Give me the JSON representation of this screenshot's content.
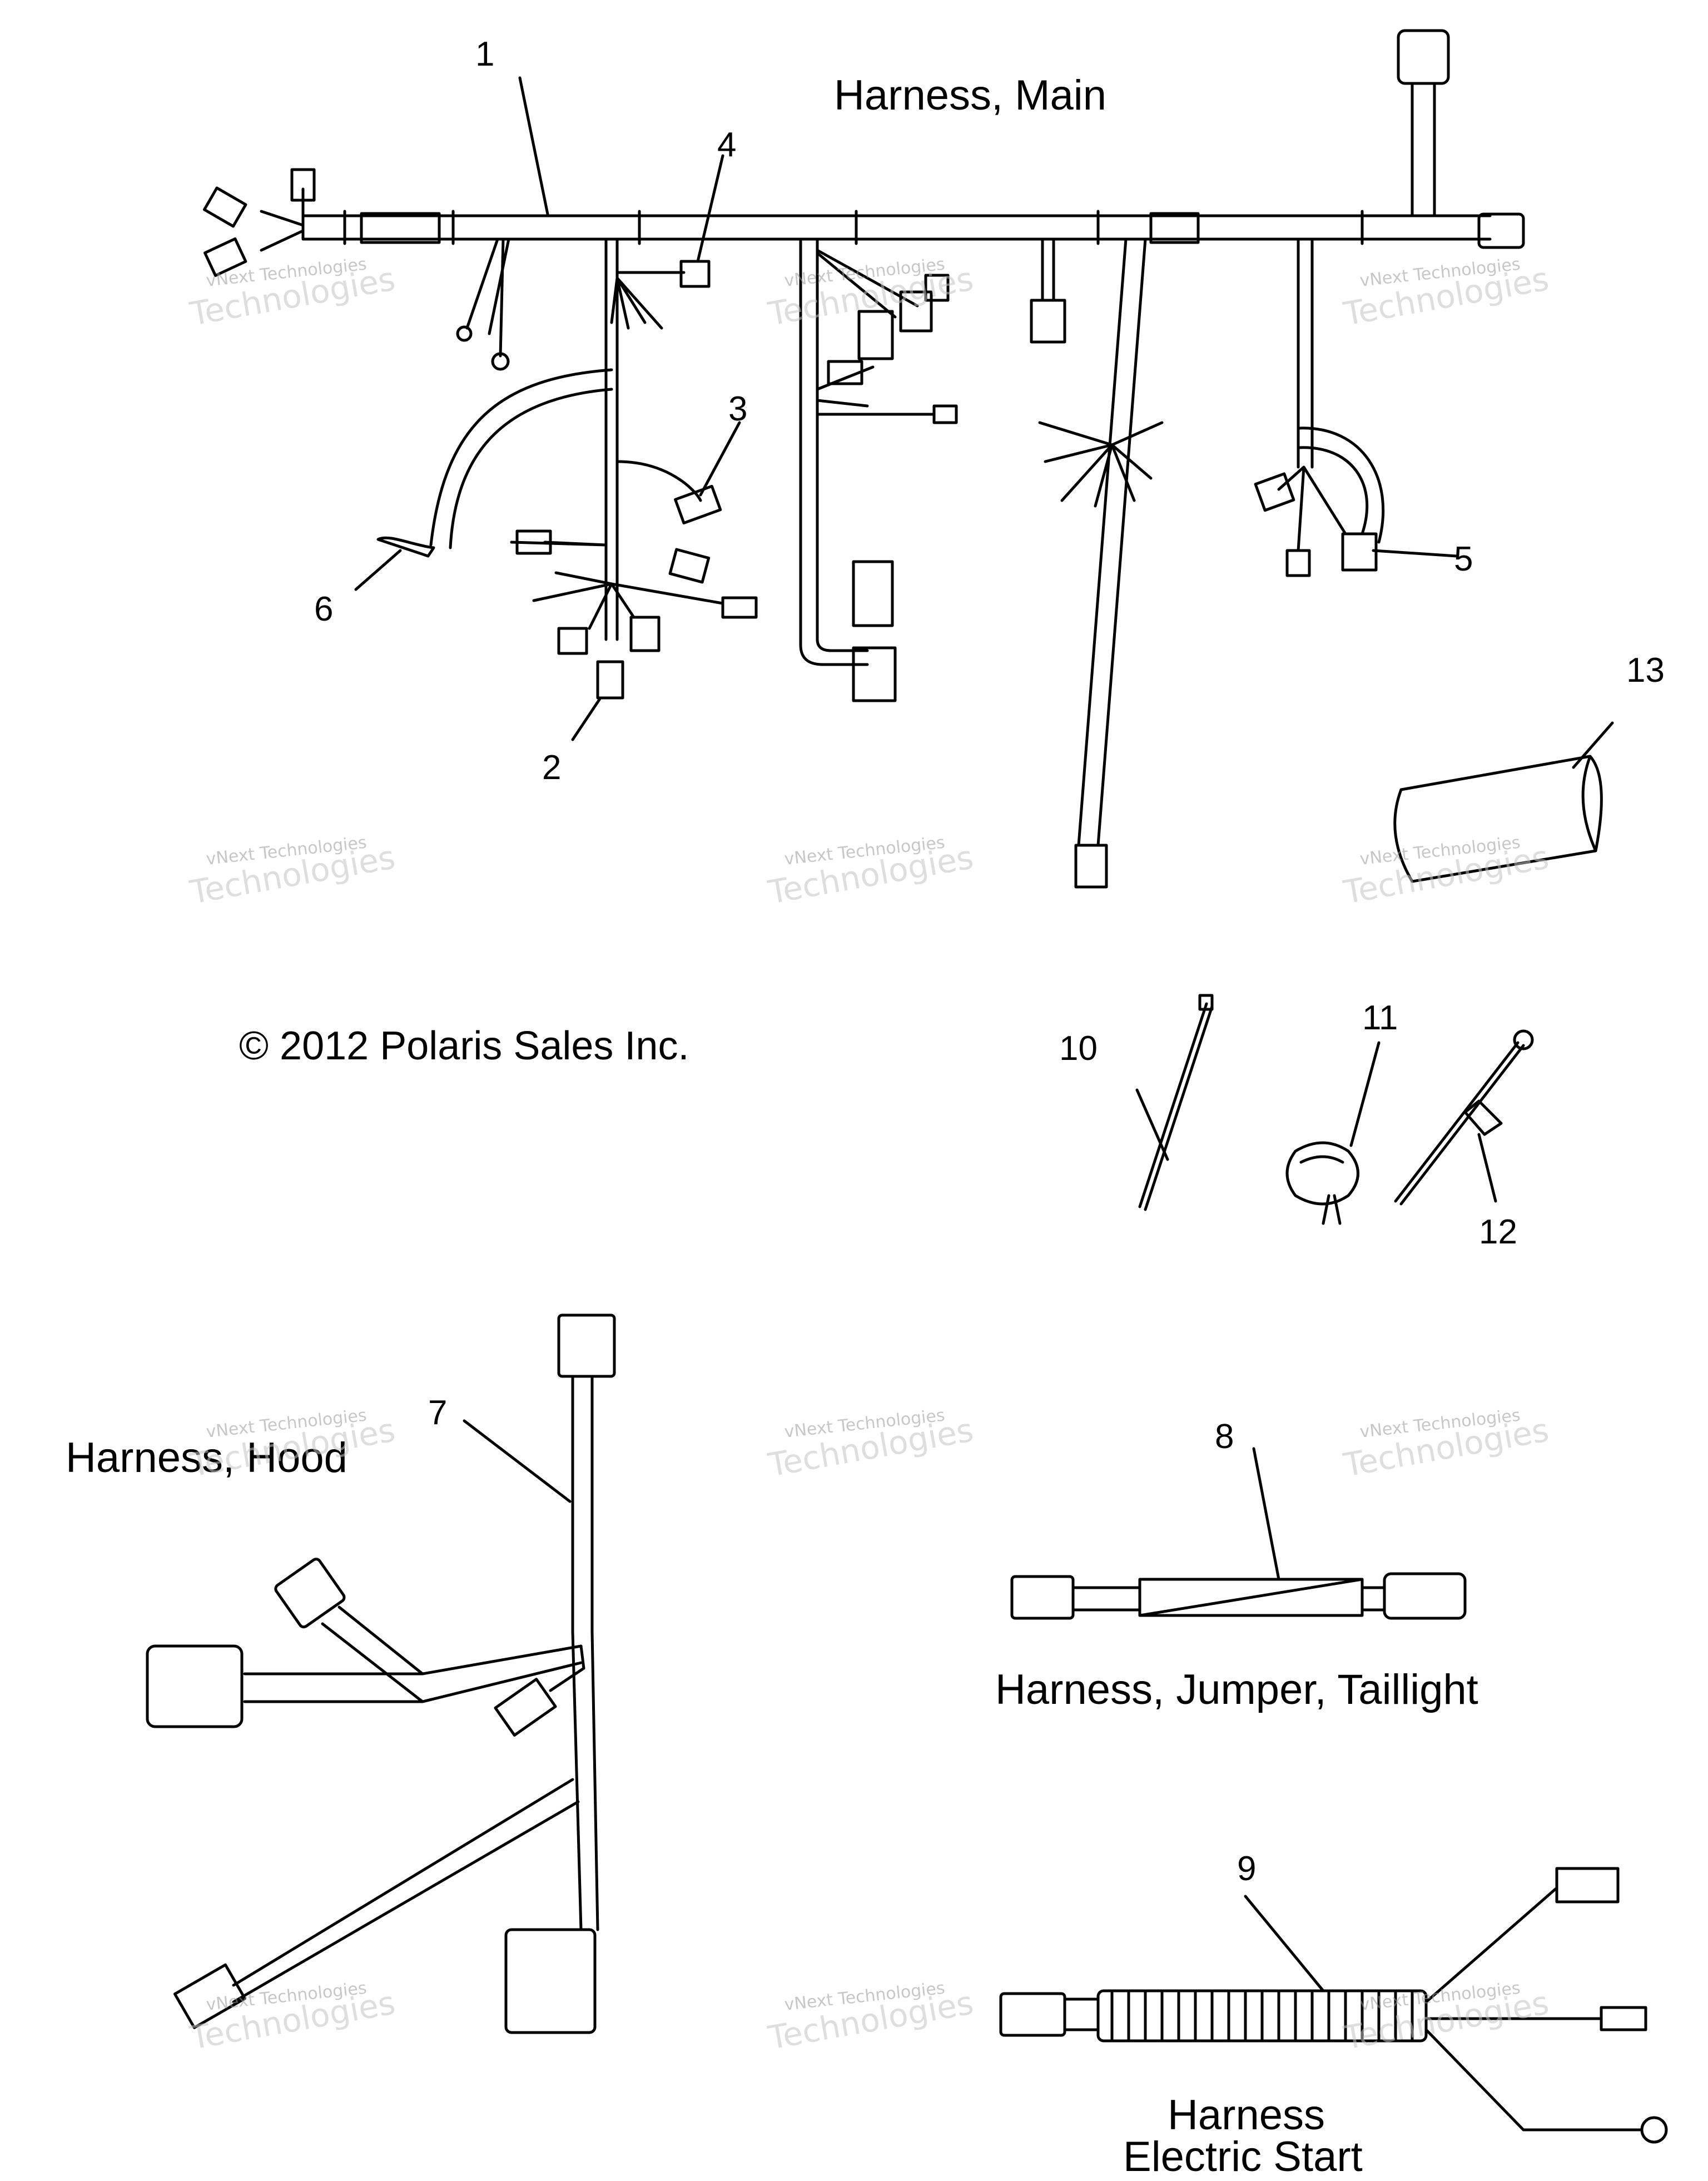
{
  "section_titles": {
    "main": "Harness, Main",
    "hood": "Harness, Hood",
    "jumper": "Harness, Jumper, Taillight",
    "electric_start_line1": "Harness",
    "electric_start_line2": "Electric Start"
  },
  "copyright": "© 2012 Polaris Sales Inc.",
  "callouts": [
    "1",
    "2",
    "3",
    "4",
    "5",
    "6",
    "7",
    "8",
    "9",
    "10",
    "11",
    "12",
    "13"
  ],
  "watermark": {
    "line1": "vNext Technologies",
    "line2": "Technologies"
  }
}
